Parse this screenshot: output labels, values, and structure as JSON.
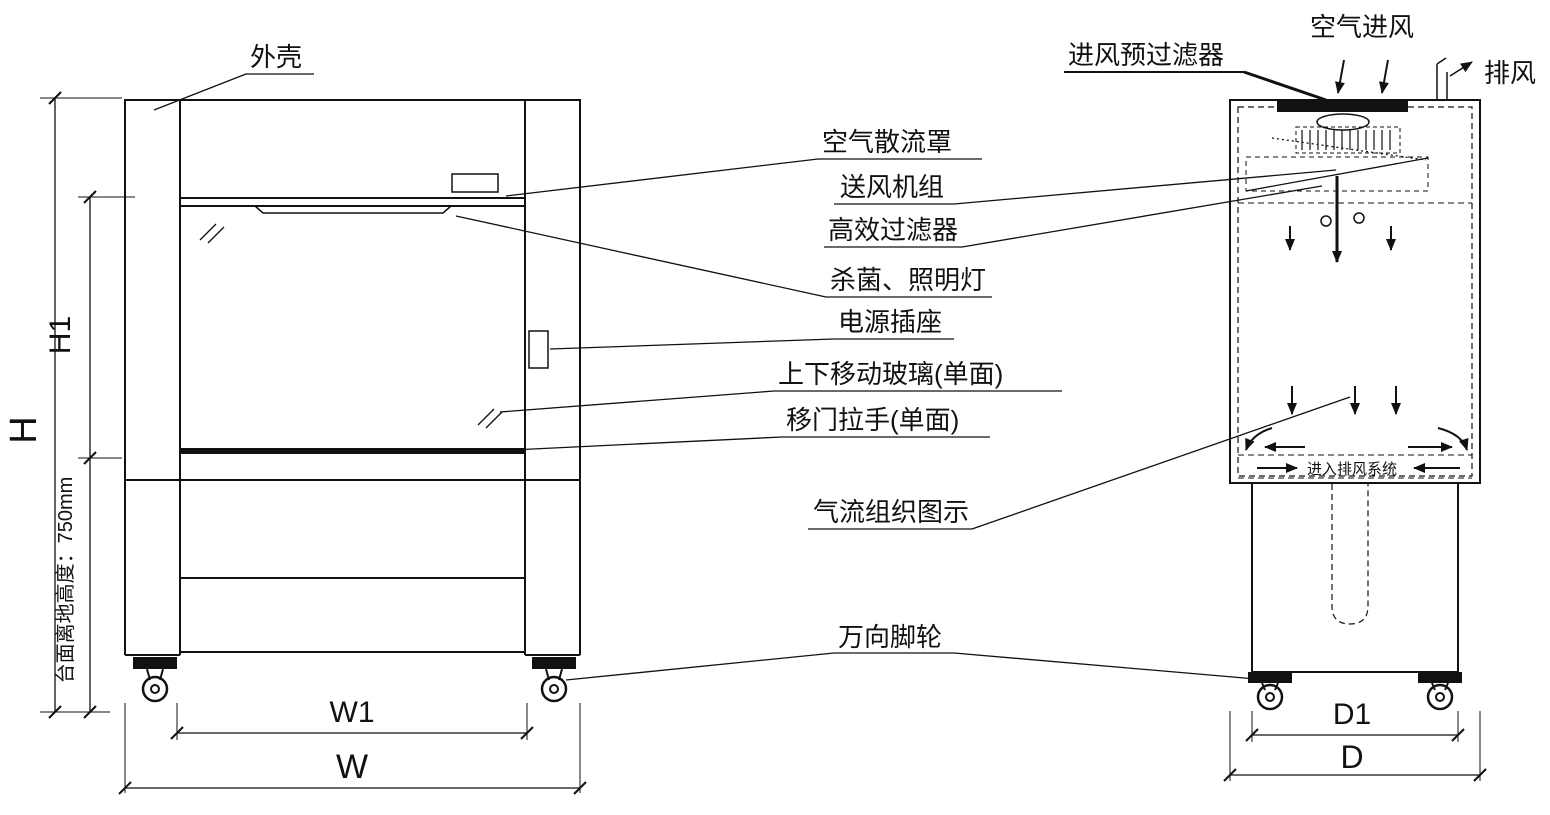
{
  "front_view": {
    "casing": "外壳",
    "table_height": "台面离地高度：750mm"
  },
  "parts": {
    "air_diffuser": "空气散流罩",
    "fan_unit": "送风机组",
    "hepa_filter": "高效过滤器",
    "uv_lamp": "杀菌、照明灯",
    "power_socket": "电源插座",
    "sliding_glass": "上下移动玻璃(单面)",
    "door_handle": "移门拉手(单面)",
    "airflow_diagram": "气流组织图示",
    "casters": "万向脚轮"
  },
  "side_view": {
    "prefilter": "进风预过滤器",
    "air_inlet": "空气进风",
    "exhaust": "排风",
    "to_exhaust_system": "进入排风系统"
  },
  "dimensions": {
    "h": "H",
    "h1": "H1",
    "w": "W",
    "w1": "W1",
    "d": "D",
    "d1": "D1"
  }
}
